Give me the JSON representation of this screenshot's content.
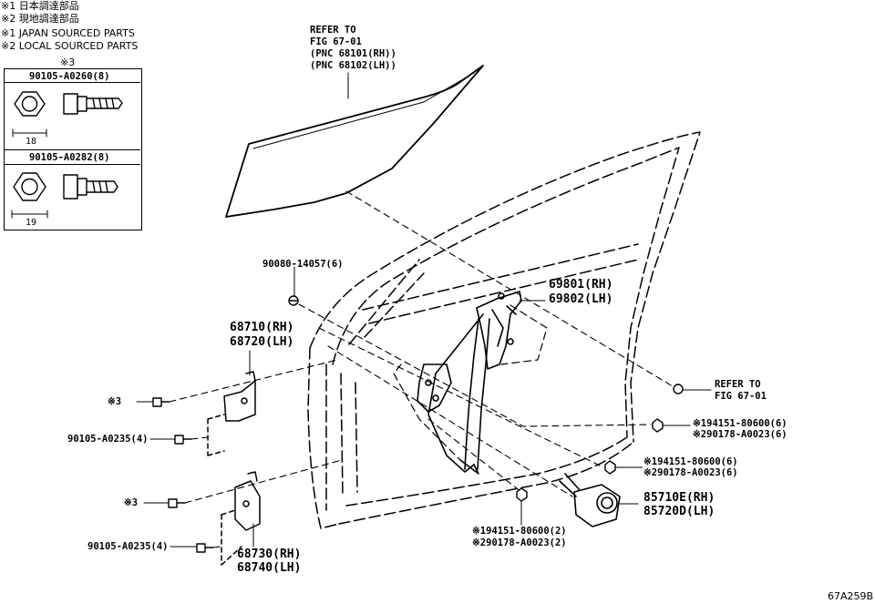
{
  "notes": {
    "line1": "※1 日本調達部品",
    "line2": "※2 現地調達部品",
    "line3": "※1 JAPAN SOURCED PARTS",
    "line4": "※2 LOCAL SOURCED PARTS"
  },
  "legend": {
    "header": "※3",
    "bolt1": {
      "part": "90105-A0260(8)",
      "size": "18"
    },
    "bolt2": {
      "part": "90105-A0282(8)",
      "size": "19"
    }
  },
  "callouts": {
    "glass_ref": {
      "line1": "REFER TO",
      "line2": "FIG 67-01",
      "line3": "(PNC 68101(RH))",
      "line4": "(PNC 68102(LH))"
    },
    "screw_top": "90080-14057(6)",
    "regulator": {
      "rh": "69801(RH)",
      "lh": "69802(LH)"
    },
    "upper_hinge": {
      "rh": "68710(RH)",
      "lh": "68720(LH)"
    },
    "ref_right": {
      "line1": "REFER TO",
      "line2": "FIG 67-01"
    },
    "bolt_upper_a": "※3",
    "bolt_upper_b": "90105-A0235(4)",
    "nut_right1": {
      "line1": "※194151-80600(6)",
      "line2": "※290178-A0023(6)"
    },
    "nut_right2": {
      "line1": "※194151-80600(6)",
      "line2": "※290178-A0023(6)"
    },
    "motor": {
      "rh": "85710E(RH)",
      "lh": "85720D(LH)"
    },
    "bolt_lower_a": "※3",
    "nut_bottom": {
      "line1": "※194151-80600(2)",
      "line2": "※290178-A0023(2)"
    },
    "bolt_lower_b": "90105-A0235(4)",
    "lower_hinge": {
      "rh": "68730(RH)",
      "lh": "68740(LH)"
    }
  },
  "figure_code": "67A259B"
}
